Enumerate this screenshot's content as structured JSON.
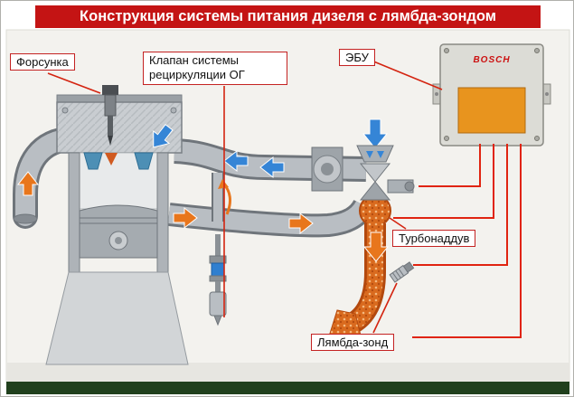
{
  "title": "Конструкция системы питания дизеля с лямбда-зондом",
  "labels": {
    "injector": "Форсунка",
    "egr_valve": "Клапан системы рециркуляции ОГ",
    "ecu": "ЭБУ",
    "turbo": "Турбонаддув",
    "lambda": "Лямбда-зонд"
  },
  "ecu": {
    "brand": "BOSCH"
  },
  "colors": {
    "title_bg": "#c41414",
    "label_border": "#c42222",
    "wire_red": "#e02410",
    "intake_blue": "#3585d6",
    "exhaust_orange": "#d96a1e",
    "pipe_gray": "#b9bec3",
    "footer_green": "#20401d",
    "ecu_panel_orange": "#e8941e"
  }
}
